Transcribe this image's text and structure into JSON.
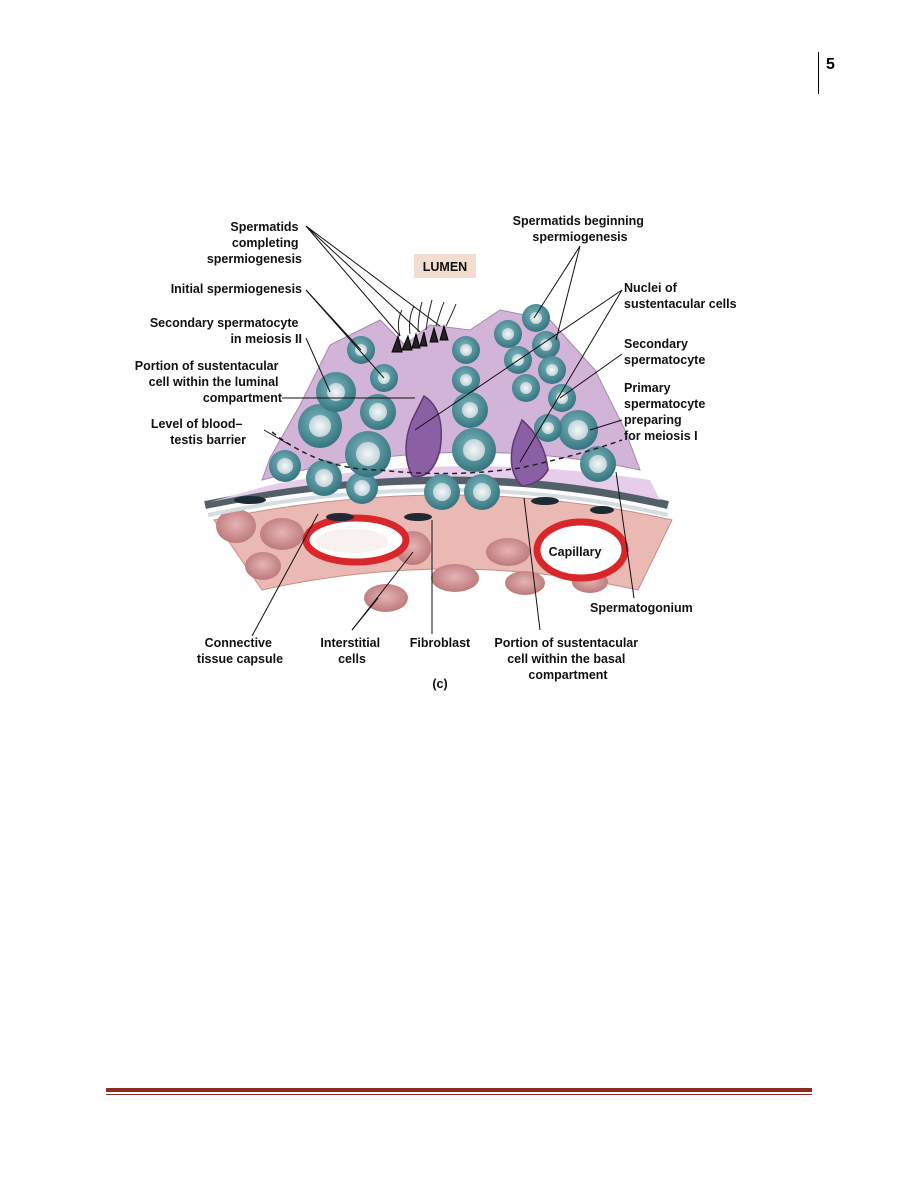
{
  "page": {
    "number": "5"
  },
  "figure": {
    "panel_label": "(c)",
    "lumen_label": "LUMEN",
    "capillary_label": "Capillary",
    "labels": {
      "spermatids_completing": [
        "Spermatids",
        "completing",
        "spermiogenesis"
      ],
      "initial_spermiogenesis": [
        "Initial spermiogenesis"
      ],
      "secondary_spermatocyte_meiosis": [
        "Secondary spermatocyte",
        "in meiosis II"
      ],
      "sustentacular_luminal": [
        "Portion of sustentacular",
        "cell within the luminal",
        "compartment"
      ],
      "blood_testis_barrier": [
        "Level of blood–",
        "testis barrier"
      ],
      "spermatids_beginning": [
        "Spermatids beginning",
        "spermiogenesis"
      ],
      "nuclei_sustentacular": [
        "Nuclei of",
        "sustentacular cells"
      ],
      "secondary_spermatocyte": [
        "Secondary",
        "spermatocyte"
      ],
      "primary_spermatocyte": [
        "Primary",
        "spermatocyte",
        "preparing",
        "for meiosis I"
      ],
      "spermatogonium": [
        "Spermatogonium"
      ],
      "connective_tissue": [
        "Connective",
        "tissue capsule"
      ],
      "interstitial_cells": [
        "Interstitial",
        "cells"
      ],
      "fibroblast": [
        "Fibroblast"
      ],
      "sustentacular_basal": [
        "Portion of sustentacular",
        "cell within the basal",
        "compartment"
      ]
    }
  },
  "colors": {
    "footer_rule": "#8c2b1e",
    "cell_fill": "#4f8e98",
    "nucleus_fill": "#e6eef0",
    "sustentacular": "#c9a7cf",
    "capillary_wall": "#d8262a",
    "connective": "#e7b4ae"
  }
}
